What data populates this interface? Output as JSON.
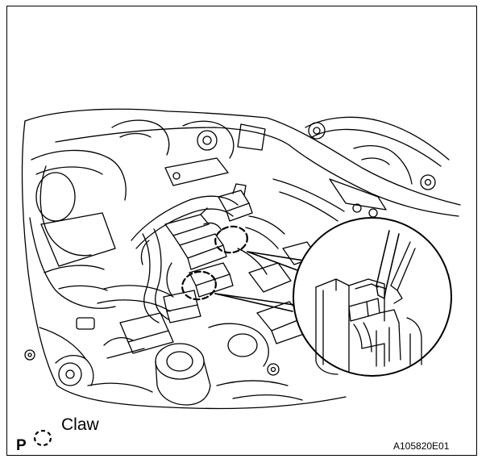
{
  "legend": {
    "letter": "P",
    "symbol": "dashed-circle",
    "label": "Claw"
  },
  "figure_code": "A105820E01",
  "colors": {
    "line": "#000000",
    "background": "#ffffff"
  }
}
